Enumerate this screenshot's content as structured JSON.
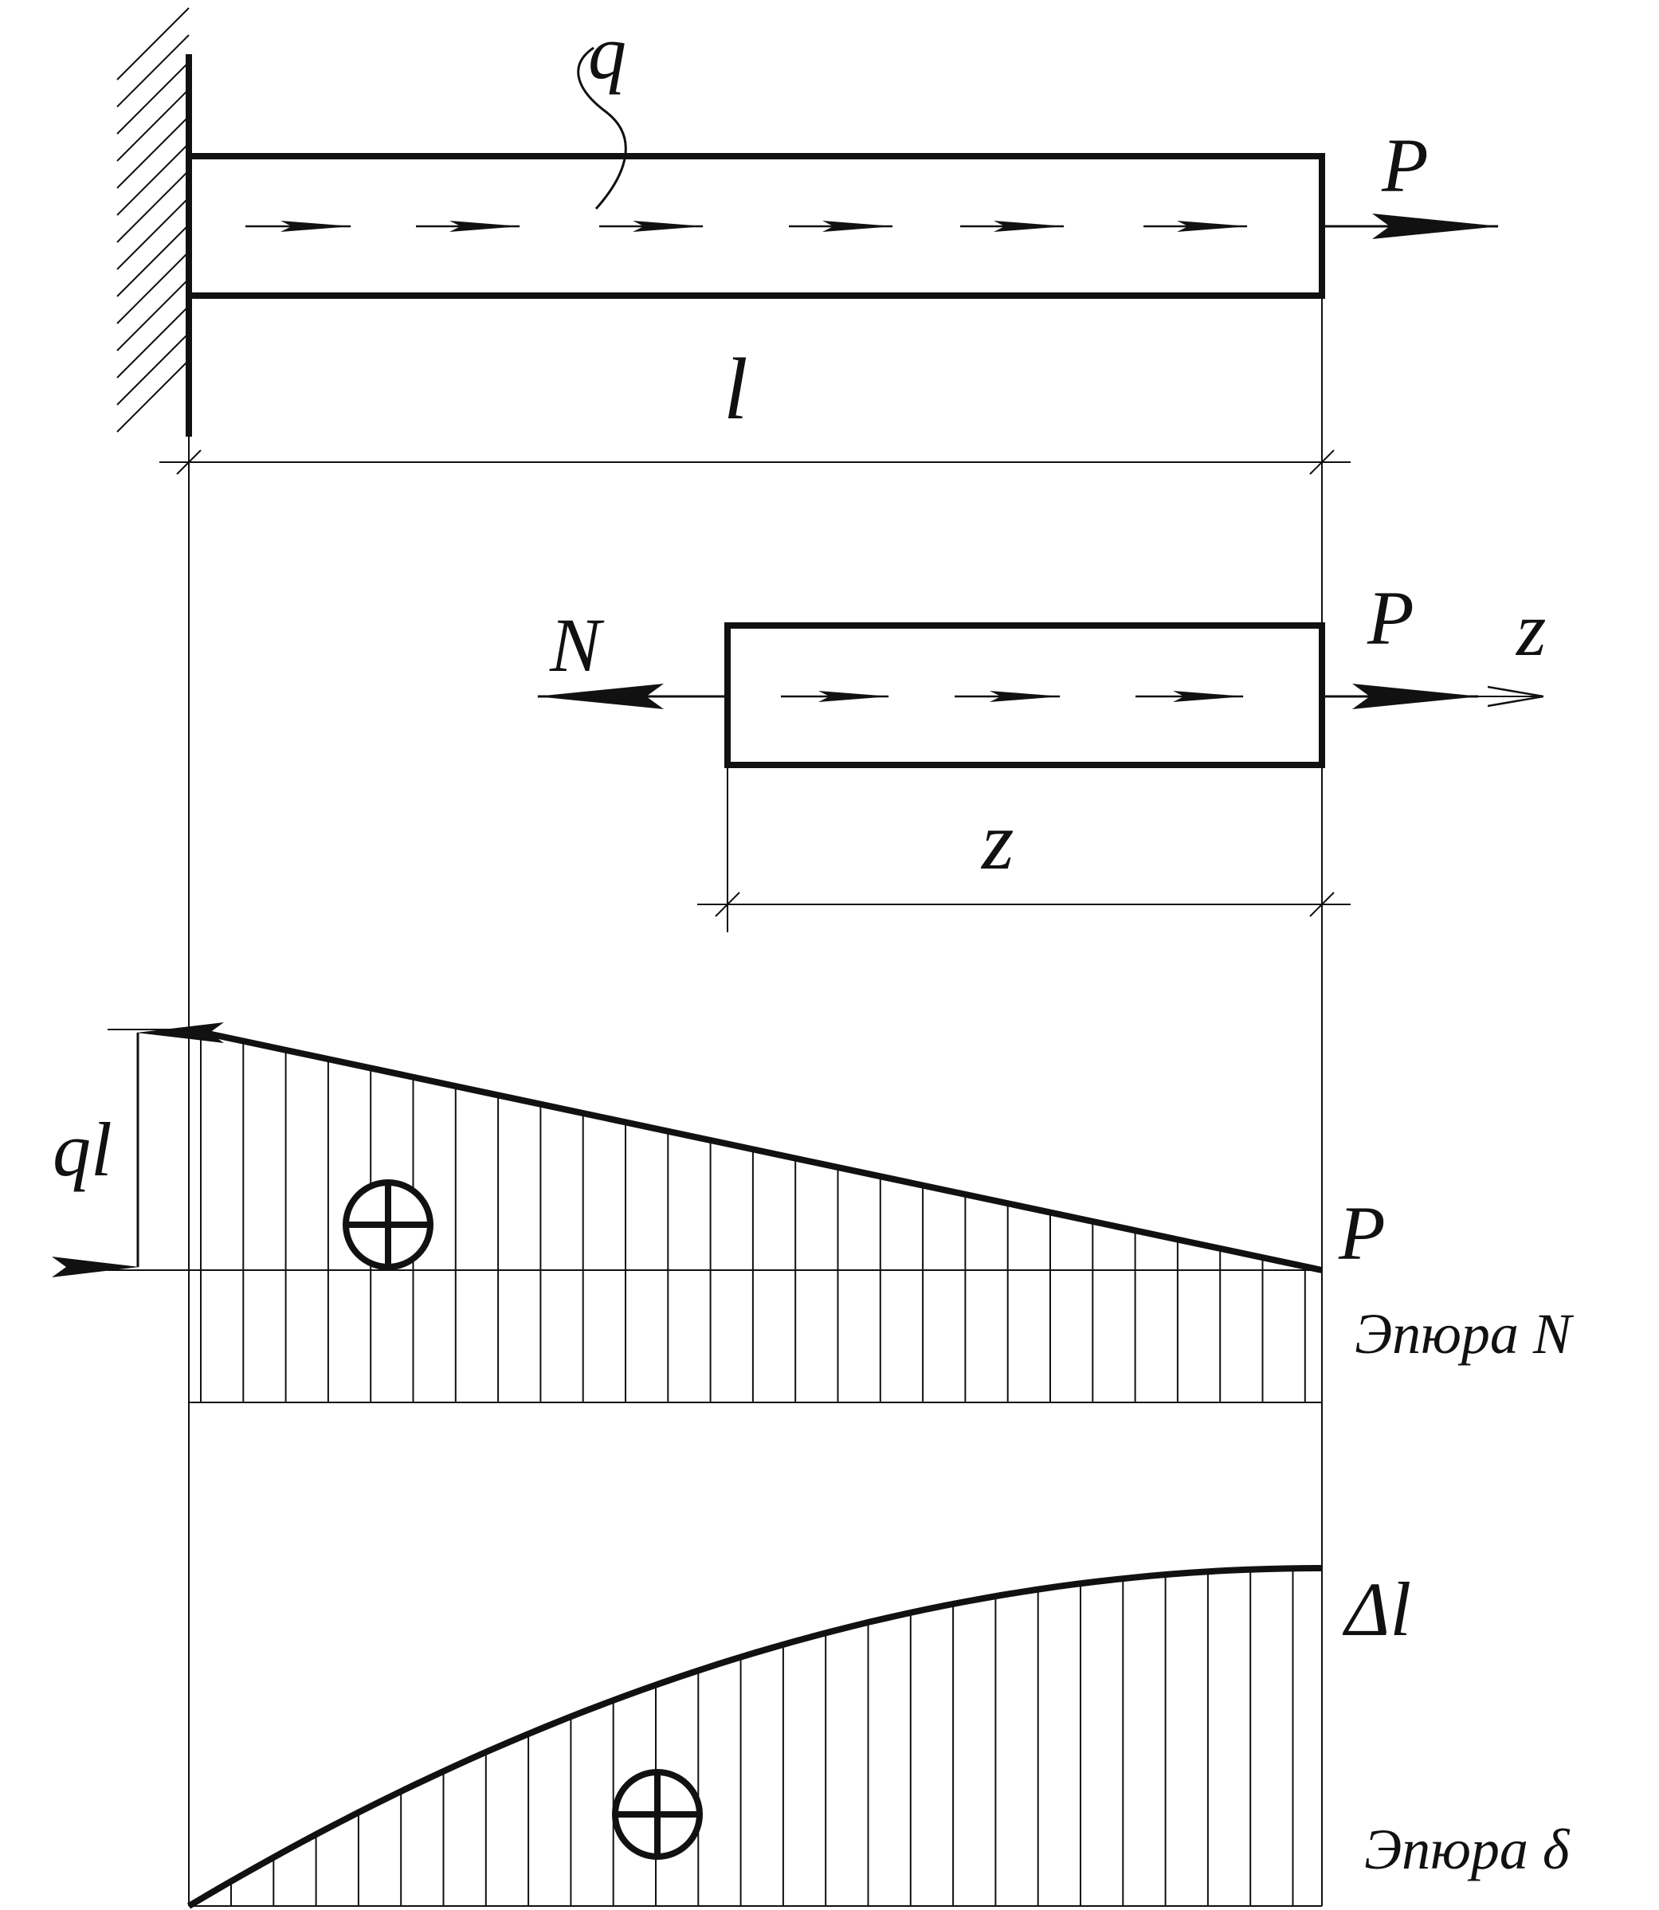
{
  "labels": {
    "q": "q",
    "P_top": "P",
    "l": "l",
    "N": "N",
    "P_mid": "P",
    "z_axis": "z",
    "z_dim": "z",
    "ql": "ql",
    "P_diagram": "P",
    "epure_N": "Эпюра N",
    "delta_l": "Δl",
    "epure_delta": "Эпюра δ"
  },
  "icons": {
    "plus_sign": "circled-plus-icon"
  }
}
